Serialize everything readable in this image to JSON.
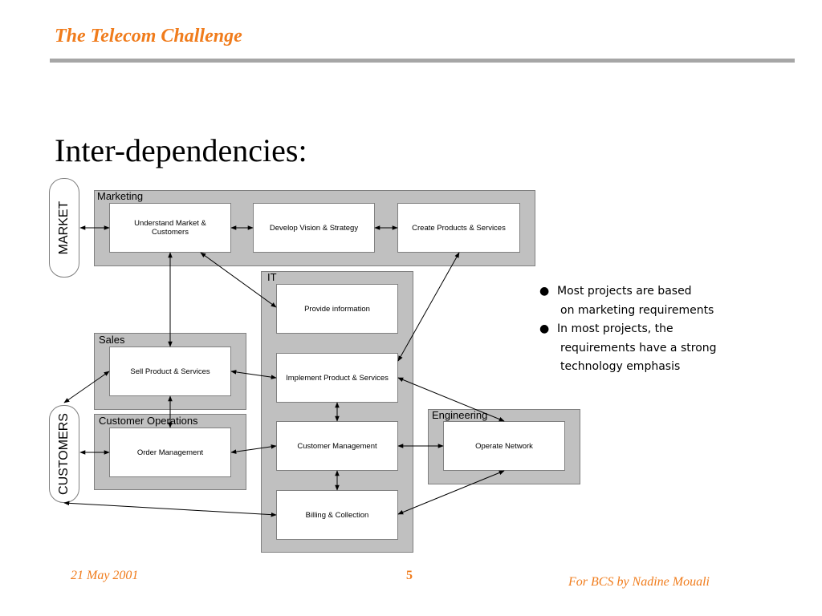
{
  "header": {
    "title": "The Telecom Challenge"
  },
  "slide": {
    "heading": "Inter-dependencies:"
  },
  "diagram": {
    "side_labels": {
      "market": "MARKET",
      "customers": "CUSTOMERS"
    },
    "panels": {
      "marketing": "Marketing",
      "it": "IT",
      "sales": "Sales",
      "customer_operations": "Customer Operations",
      "engineering": "Engineering"
    },
    "boxes": {
      "understand_market": "Understand Market & Customers",
      "develop_vision": "Develop Vision & Strategy",
      "create_products": "Create Products & Services",
      "provide_information": "Provide information",
      "sell_product": "Sell Product & Services",
      "implement_product": "Implement Product & Services",
      "order_management": "Order Management",
      "customer_management": "Customer Management",
      "operate_network": "Operate Network",
      "billing_collection": "Billing & Collection"
    }
  },
  "bullets": [
    {
      "lines": [
        "Most projects are based",
        "on marketing requirements"
      ]
    },
    {
      "lines": [
        "In most projects, the",
        "requirements have a strong",
        "technology emphasis"
      ]
    }
  ],
  "footer": {
    "date": "21 May 2001",
    "page": "5",
    "credit": "For BCS by Nadine Mouali"
  },
  "colors": {
    "accent": "#f07c1c",
    "panel": "#c0c0c0",
    "rule": "#a6a6a6"
  }
}
